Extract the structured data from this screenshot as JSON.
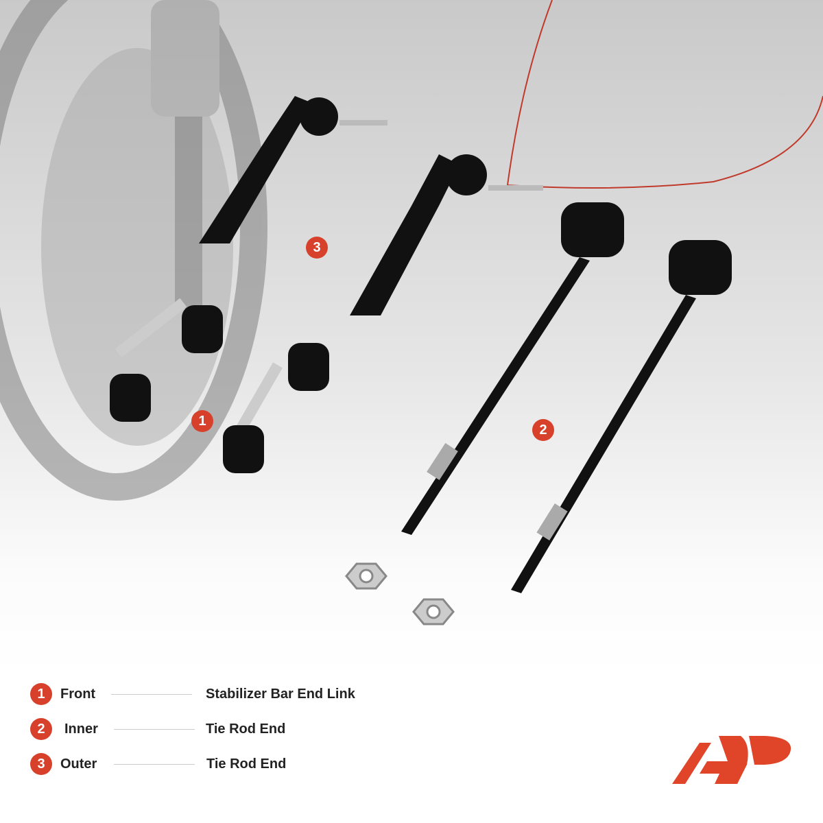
{
  "callouts": [
    "1",
    "2",
    "3"
  ],
  "legend": [
    {
      "number": "1",
      "position": "Front",
      "part": "Stabilizer Bar End Link"
    },
    {
      "number": "2",
      "position": "Inner",
      "part": "Tie Rod End"
    },
    {
      "number": "3",
      "position": "Outer",
      "part": "Tie Rod End"
    }
  ],
  "colors": {
    "accent": "#d7402b",
    "text": "#222222"
  }
}
